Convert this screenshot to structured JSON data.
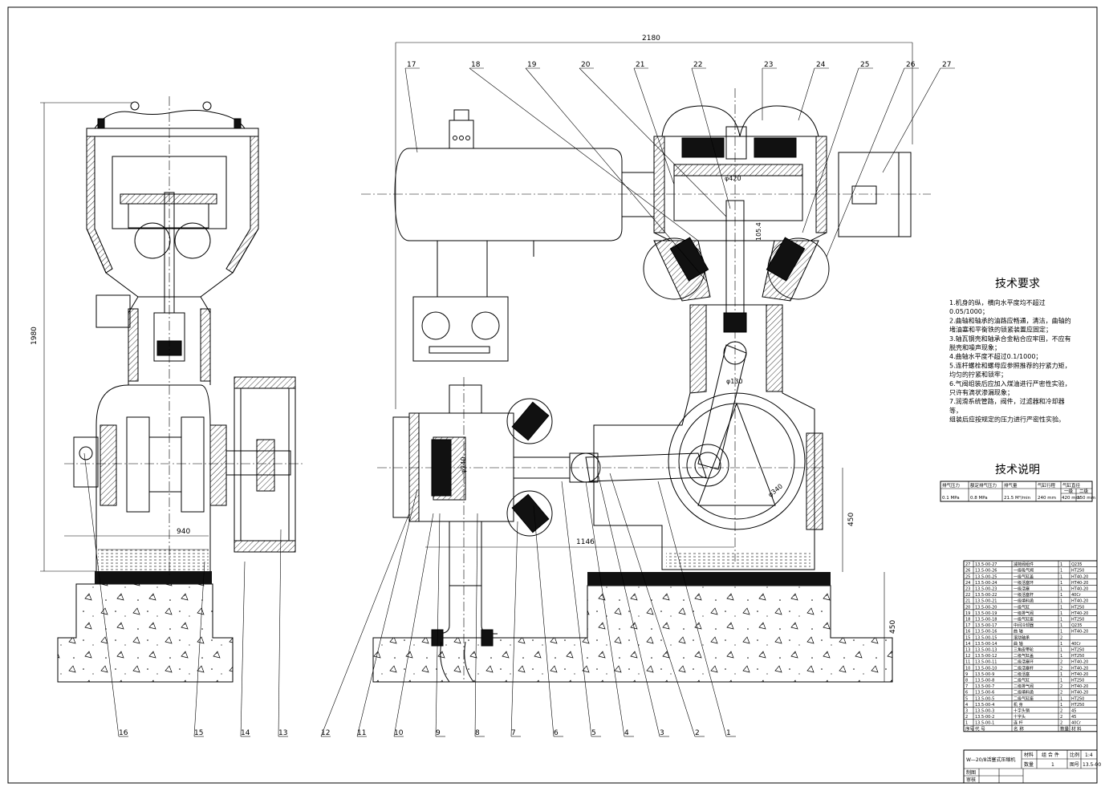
{
  "dimensions": {
    "overall_length": "2180",
    "left_height": "1980",
    "left_width": "940",
    "center_length": "1146",
    "right_height_a": "450",
    "right_height_b": "450",
    "cyl_dia_top": "φ420",
    "cyl_stroke_top": "105.4",
    "flywheel_dia": "φ340",
    "crank_dia": "φ130",
    "low_dia": "φ240"
  },
  "balloons_top": [
    "17",
    "18",
    "19",
    "20",
    "21",
    "22",
    "23",
    "24",
    "25",
    "26",
    "27"
  ],
  "balloons_bottom": [
    "16",
    "15",
    "14",
    "13",
    "12",
    "11",
    "10",
    "9",
    "8",
    "7",
    "6",
    "5",
    "4",
    "3",
    "2",
    "1"
  ],
  "tech_requirements": {
    "title": "技术要求",
    "lines": [
      "1.机身的纵，横向水平度均不超过",
      "0.05/1000；",
      "2.曲轴和轴承的油路应畅通，清洁，曲轴的",
      "   堵油塞和平衡铁的锁紧装置应固定；",
      "3.轴瓦钢壳和轴承合金粘合应牢固，不应有",
      "   脱壳和噪声现象；",
      "4.曲轴水平度不超过0.1/1000；",
      "5.连杆螺栓和螺母应参照推荐的拧紧力矩，",
      "   均匀的拧紧和锁牢；",
      "6.气阀组装后应加入煤油进行严密性实验，",
      "   只许有滴状渗漏现象；",
      "7.润滑系统管路，阀件，过滤器和冷却器",
      "   等，",
      "   组装后应按规定的压力进行严密性实验。"
    ]
  },
  "tech_spec": {
    "title": "技术说明",
    "headers": [
      "排气压力",
      "额定排气压力",
      "排气量",
      "气缸行程",
      "气缸直径"
    ],
    "sub_headers": [
      "一级",
      "二级"
    ],
    "values": [
      "0.1 MPa",
      "0.8 MPa",
      "21.5 M³/min",
      "240 mm",
      "420 mm",
      "250 mm"
    ]
  },
  "parts_list": [
    [
      "27",
      "13.5-00-27",
      "减荷阀组件",
      "1",
      "Q235"
    ],
    [
      "26",
      "13.5-00-26",
      "一级吸气阀",
      "1",
      "HT250"
    ],
    [
      "25",
      "13.5-00-25",
      "一级气缸盖",
      "1",
      "HT40-20"
    ],
    [
      "24",
      "13.5-00-24",
      "一级活塞环",
      "1",
      "HT40-20"
    ],
    [
      "23",
      "13.5-00-23",
      "一级活塞",
      "1",
      "HT40-20"
    ],
    [
      "22",
      "13.5-00-22",
      "一级活塞杆",
      "1",
      "40Cr"
    ],
    [
      "21",
      "13.5-00-21",
      "一级填料函",
      "1",
      "HT40-20"
    ],
    [
      "20",
      "13.5-00-20",
      "一级气缸",
      "1",
      "HT250"
    ],
    [
      "19",
      "13.5-00-19",
      "一级排气阀",
      "1",
      "HT40-20"
    ],
    [
      "18",
      "13.5-00-18",
      "一级气缸座",
      "1",
      "HT250"
    ],
    [
      "17",
      "13.5-00-17",
      "中间冷却器",
      "1",
      "Q235"
    ],
    [
      "16",
      "13.5-00-16",
      "曲 轴",
      "1",
      "HT40-20"
    ],
    [
      "15",
      "13.5-00-15",
      "滚动轴承",
      "2",
      ""
    ],
    [
      "14",
      "13.5-00-14",
      "曲 轴",
      "1",
      "40Cr"
    ],
    [
      "13",
      "13.5-00-13",
      "三角皮带轮",
      "1",
      "HT250"
    ],
    [
      "12",
      "13.5-00-12",
      "二级气缸盖",
      "1",
      "HT250"
    ],
    [
      "11",
      "13.5-00-11",
      "二级活塞环",
      "2",
      "HT40-20"
    ],
    [
      "10",
      "13.5-00-10",
      "二级活塞杆",
      "2",
      "HT40-20"
    ],
    [
      "9",
      "13.5-00-9",
      "二级活塞",
      "1",
      "HT40-20"
    ],
    [
      "8",
      "13.5-00-8",
      "二级气缸",
      "1",
      "HT250"
    ],
    [
      "7",
      "13.5-00-7",
      "二级排气阀",
      "2",
      "HT40-20"
    ],
    [
      "6",
      "13.5-00-6",
      "二级填料函",
      "2",
      "HT40-20"
    ],
    [
      "5",
      "13.5-00-5",
      "二级气缸座",
      "1",
      "HT250"
    ],
    [
      "4",
      "13.5-00-4",
      "机 身",
      "1",
      "HT250"
    ],
    [
      "3",
      "13.5-00-3",
      "十字头销",
      "2",
      "45"
    ],
    [
      "2",
      "13.5-00-2",
      "十字头",
      "2",
      "45"
    ],
    [
      "1",
      "13.5-00-1",
      "连 杆",
      "2",
      "40Cr"
    ]
  ],
  "parts_header": [
    "序号",
    "代 号",
    "名 称",
    "数量",
    "材 料"
  ],
  "title_block": {
    "name": "W—20/8活塞式压缩机",
    "material": "材料",
    "assembly": "组 合 件",
    "scale_label": "比例",
    "scale": "1:4",
    "qty_label": "数量",
    "qty": "1",
    "drawing_no_label": "图号",
    "drawing_no": "13.5-00",
    "drawn": "制图",
    "checked": "审核"
  },
  "colors": {
    "line": "#000000",
    "background": "#ffffff",
    "hatch": "#000000"
  }
}
